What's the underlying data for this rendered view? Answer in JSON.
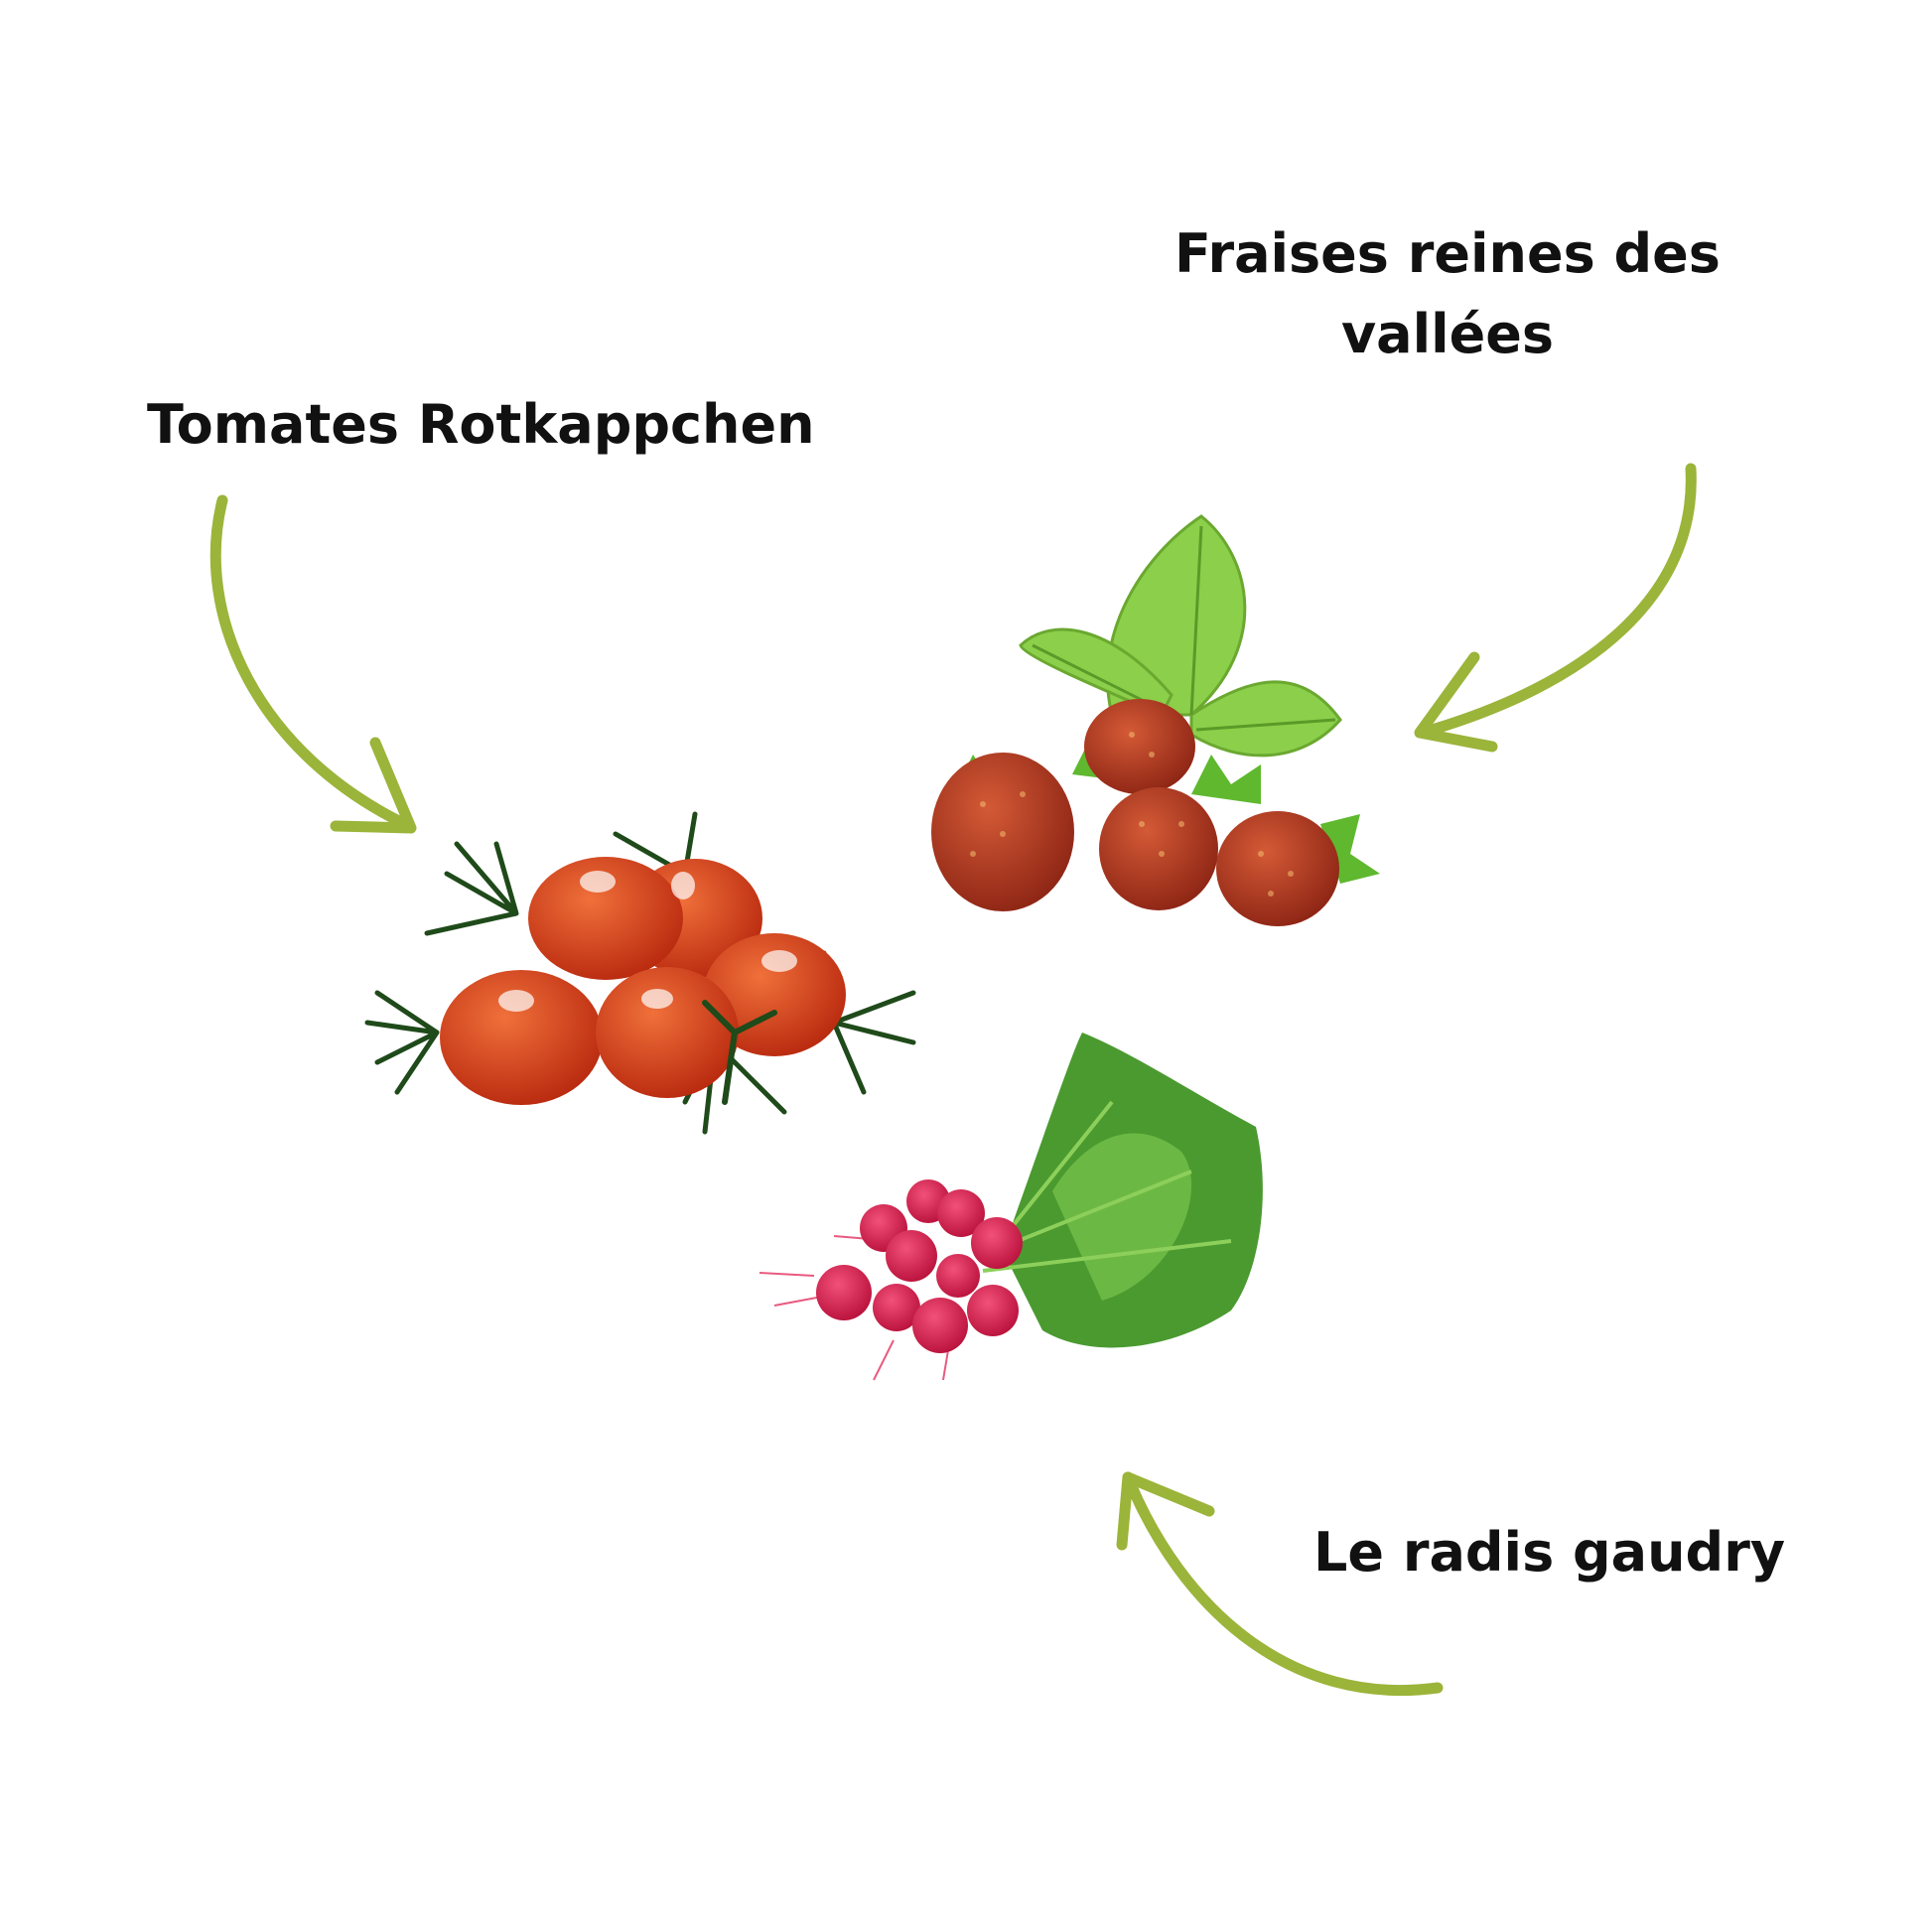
{
  "labels": {
    "tomatoes": "Tomates Rotkappchen",
    "strawberries_line1": "Fraises reines des",
    "strawberries_line2": "vallées",
    "radish": "Le radis gaudry"
  },
  "colors": {
    "arrow": "#9bb43a",
    "text": "#111111",
    "tomato": "#d8401c",
    "strawberry": "#b83a22",
    "leaf": "#86c83a",
    "radish": "#d81e4a",
    "radish_leaf": "#3f8f2a"
  }
}
